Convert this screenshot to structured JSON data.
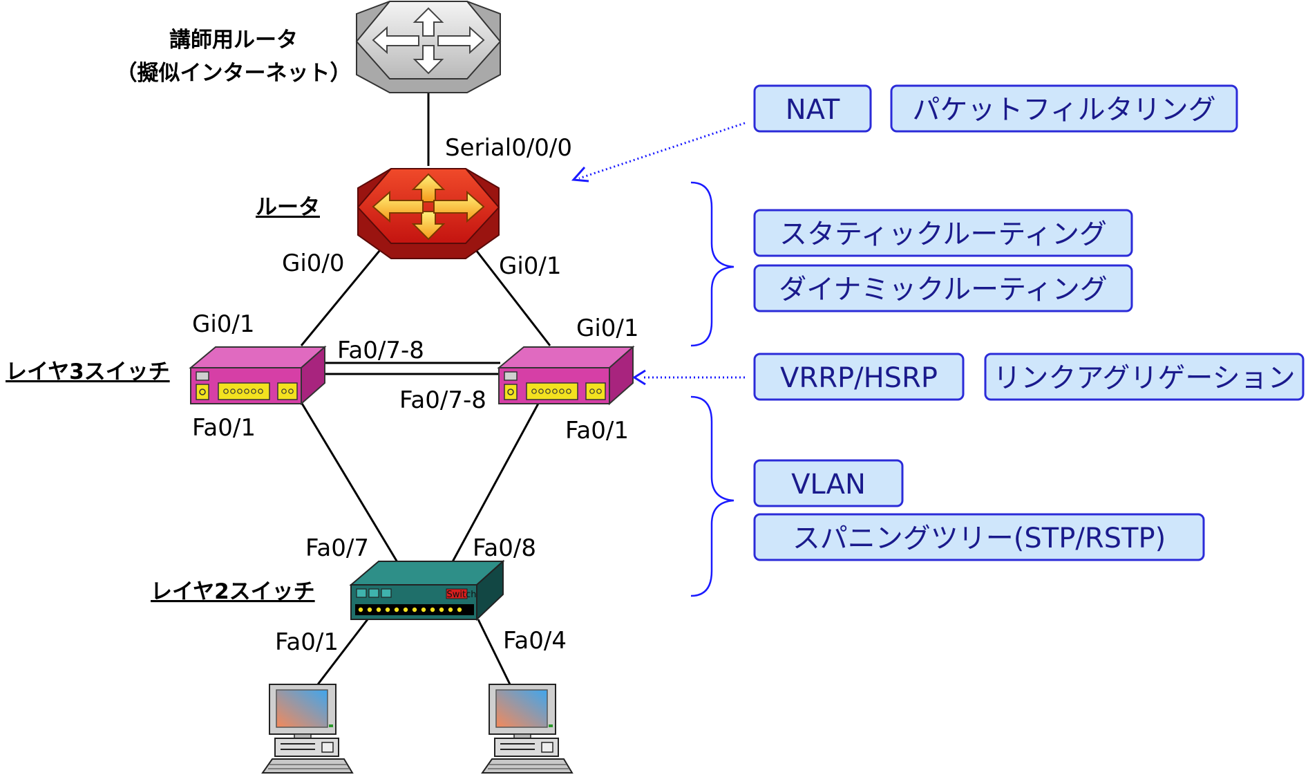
{
  "devices": {
    "instructor_router": {
      "line1": "講師用ルータ",
      "line2": "（擬似インターネット）"
    },
    "router": {
      "label": "ルータ"
    },
    "l3_switch": {
      "label": "レイヤ3スイッチ"
    },
    "l2_switch": {
      "label": "レイヤ2スイッチ",
      "badge": "Switch"
    }
  },
  "ports": {
    "serial": "Serial0/0/0",
    "router_gi0_0": "Gi0/0",
    "router_gi0_1": "Gi0/1",
    "l3a_gi": "Gi0/1",
    "l3b_gi": "Gi0/1",
    "l3a_fa78": "Fa0/7-8",
    "l3b_fa78": "Fa0/7-8",
    "l3a_fa01": "Fa0/1",
    "l3b_fa01": "Fa0/1",
    "l2_fa07": "Fa0/7",
    "l2_fa08": "Fa0/8",
    "l2_fa01": "Fa0/1",
    "l2_fa04": "Fa0/4"
  },
  "features": {
    "nat": "NAT",
    "packet_filtering": "パケットフィルタリング",
    "static_routing": "スタティックルーティング",
    "dynamic_routing": "ダイナミックルーティング",
    "vrrp_hsrp": "VRRP/HSRP",
    "link_aggregation": "リンクアグリゲーション",
    "vlan": "VLAN",
    "stp": "スパニングツリー(STP/RSTP)"
  },
  "colors": {
    "feature_fill": "#cfe6fb",
    "feature_border": "#2b2bd8",
    "feature_text": "#1a1a8c",
    "pointer": "#1a1aff",
    "router_red": "#d8201a",
    "l3_switch": "#d63fa6",
    "l2_switch": "#1f6f6a"
  },
  "icons": [
    "gray-router-icon",
    "red-router-icon",
    "l3-switch-icon",
    "l2-switch-icon",
    "pc-icon"
  ]
}
